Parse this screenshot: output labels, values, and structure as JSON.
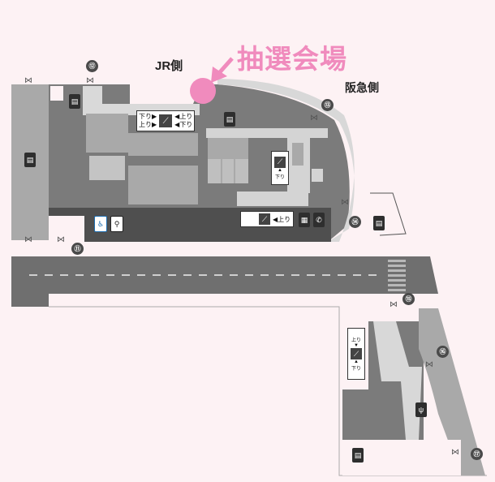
{
  "labels": {
    "venue": "抽選会場",
    "jr_side": "JR側",
    "hankyu_side": "阪急側"
  },
  "signs": {
    "down": "下り",
    "up": "上り",
    "arrow_up": "▲",
    "arrow_down": "▼",
    "arrow_right": "▶",
    "arrow_left": "◀"
  },
  "exits": [
    "⑫",
    "⑬",
    "⑭",
    "⑪",
    "⑮",
    "⑯",
    "⑰"
  ],
  "icons": {
    "elevator": "elevator-icon",
    "escalator": "escalator-icon",
    "wheelchair": "wheelchair-icon",
    "toilet": "toilet-icon",
    "phone": "phone-icon",
    "locker": "coin-locker-icon",
    "restaurant": "restaurant-icon",
    "door": "door-icon",
    "pointer": "arrow-pointer-icon"
  },
  "colors": {
    "background": "#fdf2f4",
    "highlight": "#f08bbd",
    "dark_gray": "#767676",
    "mid_gray": "#a9a9a9",
    "light_gray": "#d5d5d5",
    "walkway": "#fdf2f4"
  }
}
